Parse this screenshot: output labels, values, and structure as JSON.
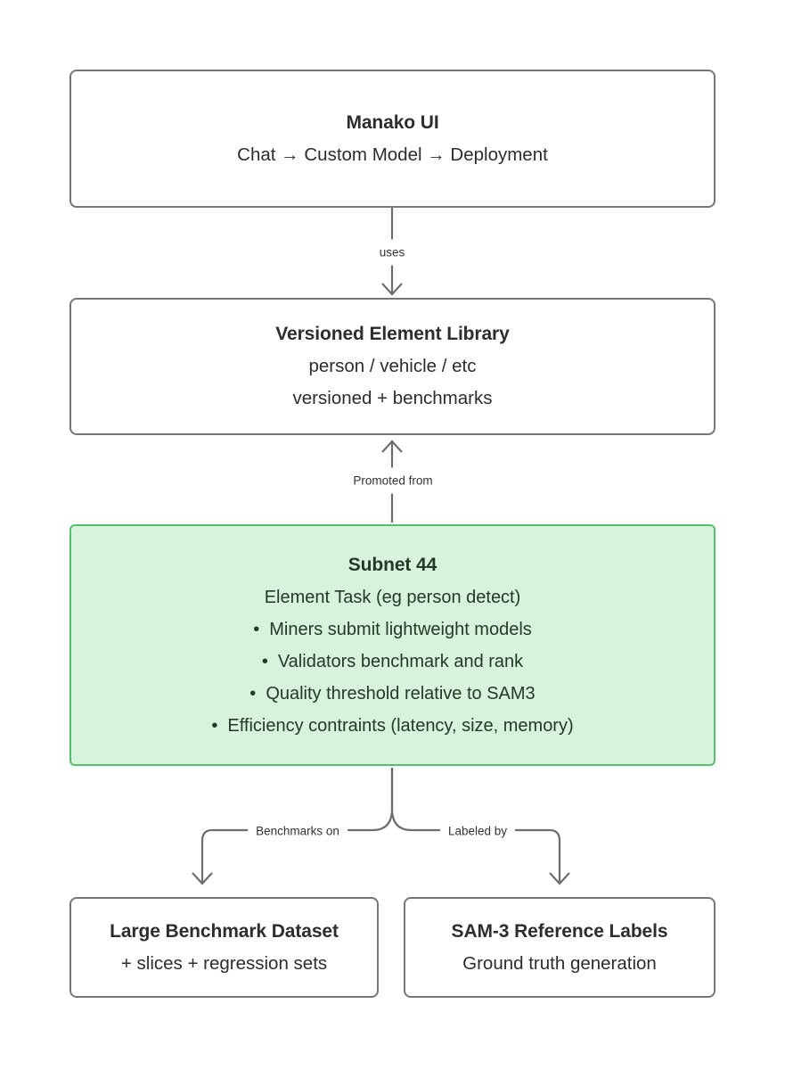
{
  "colors": {
    "background": "#ffffff",
    "box_border": "#767676",
    "box_background": "#ffffff",
    "highlight_border": "#56bf69",
    "highlight_background": "#d7f3dc",
    "connector": "#6d6d6d",
    "text": "#2d2d2d",
    "highlight_text": "#223a29",
    "label_text": "#333333"
  },
  "nodes": {
    "manako_ui": {
      "title": "Manako UI",
      "subtitle": "Chat → Custom Model → Deployment"
    },
    "element_library": {
      "title": "Versioned Element Library",
      "line1": "person / vehicle / etc",
      "line2": "versioned + benchmarks"
    },
    "subnet44": {
      "title": "Subnet 44",
      "subtitle": "Element Task (eg person detect)",
      "bullets": [
        "Miners submit lightweight models",
        "Validators benchmark and rank",
        "Quality threshold relative to SAM3",
        "Efficiency contraints (latency, size, memory)"
      ]
    },
    "benchmark_dataset": {
      "title": "Large Benchmark Dataset",
      "subtitle": "+ slices + regression sets"
    },
    "sam3_labels": {
      "title": "SAM-3 Reference Labels",
      "subtitle": "Ground truth generation"
    }
  },
  "edges": {
    "uses": "uses",
    "promoted_from": "Promoted from",
    "benchmarks_on": "Benchmarks on",
    "labeled_by": "Labeled by"
  }
}
